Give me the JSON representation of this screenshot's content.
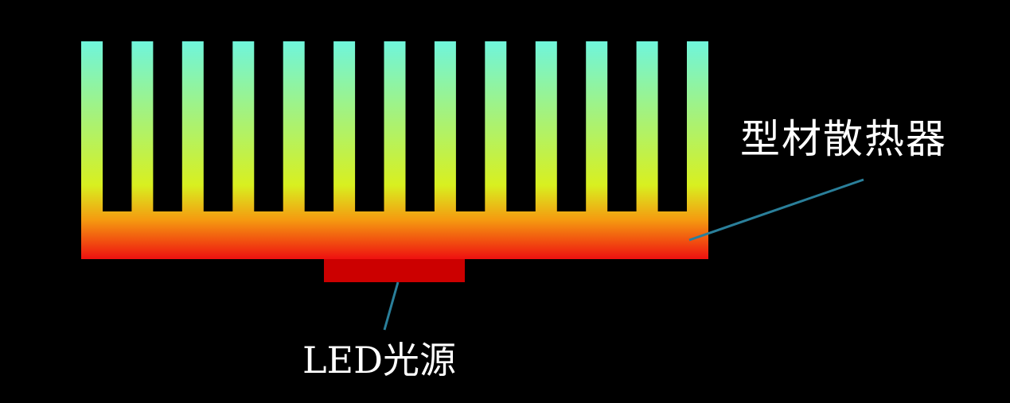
{
  "labels": {
    "heatsink": "型材散热器",
    "led": "LED光源"
  },
  "colors": {
    "background": "#000000",
    "gradient_top": "#6ff5dc",
    "gradient_mid": "#d8f020",
    "gradient_orange": "#f59a10",
    "gradient_bottom": "#ee1010",
    "led_source": "#cc0000",
    "leader_line": "#2a7f9a",
    "text": "#ffffff"
  },
  "heatsink": {
    "fin_count": 13
  }
}
